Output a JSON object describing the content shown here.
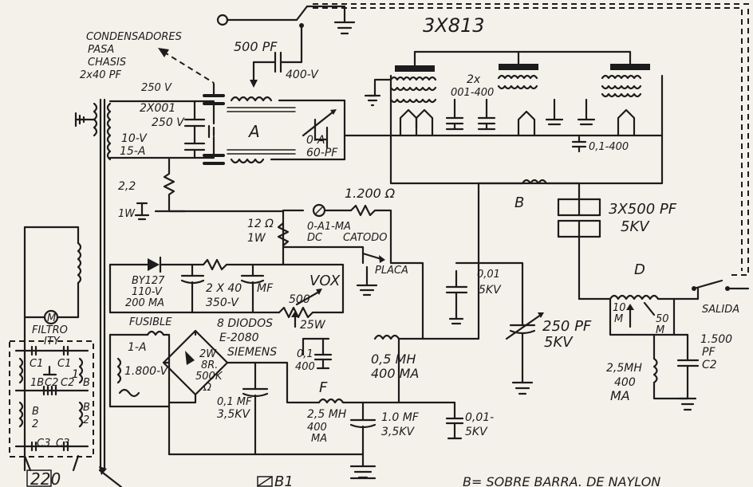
{
  "labels": {
    "tubes": "3X813",
    "condensadores_1": "CONDENSADORES",
    "condensadores_2": "PASA",
    "condensadores_3": "CHASIS",
    "condensadores_4": "2x40 PF",
    "condensadores_5": "250 V",
    "c500pf": "500 PF",
    "v400": "400-V",
    "cap_2x001": "2X001",
    "cap_250v": "250 V",
    "fil_10v": "10-V",
    "fil_15a": "15-A",
    "block_a": "A",
    "var_0a": "0-A",
    "var_60pf": "60-PF",
    "grid_2x": "2x",
    "grid_001_400": "001-400",
    "cap_01_400": "0,1-400",
    "res_22_1": "2,2",
    "res_22_2": "1W",
    "res_1200": "1.200 Ω",
    "meter_range": "0-A1-MA",
    "meter_dc": "DC",
    "catodo": "CATODO",
    "placa": "PLACA",
    "res_12_1": "12 Ω",
    "res_12_2": "1W",
    "choke_b": "B",
    "cap_3x500_1": "3X500 PF",
    "cap_3x500_2": "5KV",
    "diode_1": "BY127",
    "diode_2": "110-V",
    "diode_3": "200 MA",
    "cap_2x40_1": "2 X 40",
    "cap_2x40_2": "350-V",
    "cap_mf": "MF",
    "vox": "VOX",
    "pot_500": "500",
    "pot_25w": "25W",
    "cap_001_5kv_1": "0,01",
    "cap_001_5kv_2": "5KV",
    "tank_d": "D",
    "salida": "SALIDA",
    "fusible": "FUSIBLE",
    "fuse_1a": "1-A",
    "tr_1800": "1.800-V",
    "diodes_1": "8 DIODOS",
    "diodes_2": "E-2080",
    "diodes_3": "SIEMENS",
    "bridge_2w": "2W",
    "bridge_8r": "8R.",
    "bridge_500k": "500K",
    "bridge_ohm": "Ω",
    "cap_01_400b_1": "0,1",
    "cap_01_400b_2": "400",
    "choke_05_1": "0,5 MH",
    "choke_05_2": "400 MA",
    "var_250_1": "250 PF",
    "var_250_2": "5KV",
    "coil_10m": "10",
    "coil_m": "M",
    "coil_50m": "50",
    "coil_m2": "M",
    "cap_1500_1": "1.500",
    "cap_1500_2": "PF",
    "cap_c2": "C2",
    "choke_25_1": "2,5MH",
    "choke_25_2": "400",
    "choke_25_3": "MA",
    "choke_f": "F",
    "choke_f_1": "2,5 MH",
    "choke_f_2": "400",
    "choke_f_3": "MA",
    "cap_01_35_1": "0,1 MF",
    "cap_01_35_2": "3,5KV",
    "cap_10mf_1": "1.0 MF",
    "cap_10mf_2": "3,5KV",
    "cap_001_5kvb_1": "0,01-",
    "cap_001_5kvb_2": "5KV",
    "motor_m": "M",
    "filtro": "FILTRO",
    "ity": "ITY",
    "f_c1a": "C1",
    "f_c1b": "C1",
    "f_1b": "1B",
    "f_c2a": "C2",
    "f_c2b": "C2",
    "f_1_b": "1",
    "f_b1": "B",
    "f_b2": "B",
    "f_2": "2",
    "f_b": "B",
    "f_2b": "2",
    "f_c3a": "C3",
    "f_c3b": "C3",
    "mains": "220",
    "b1": "B1",
    "legend": "B=  SOBRE  BARRA. DE NAYLON"
  }
}
